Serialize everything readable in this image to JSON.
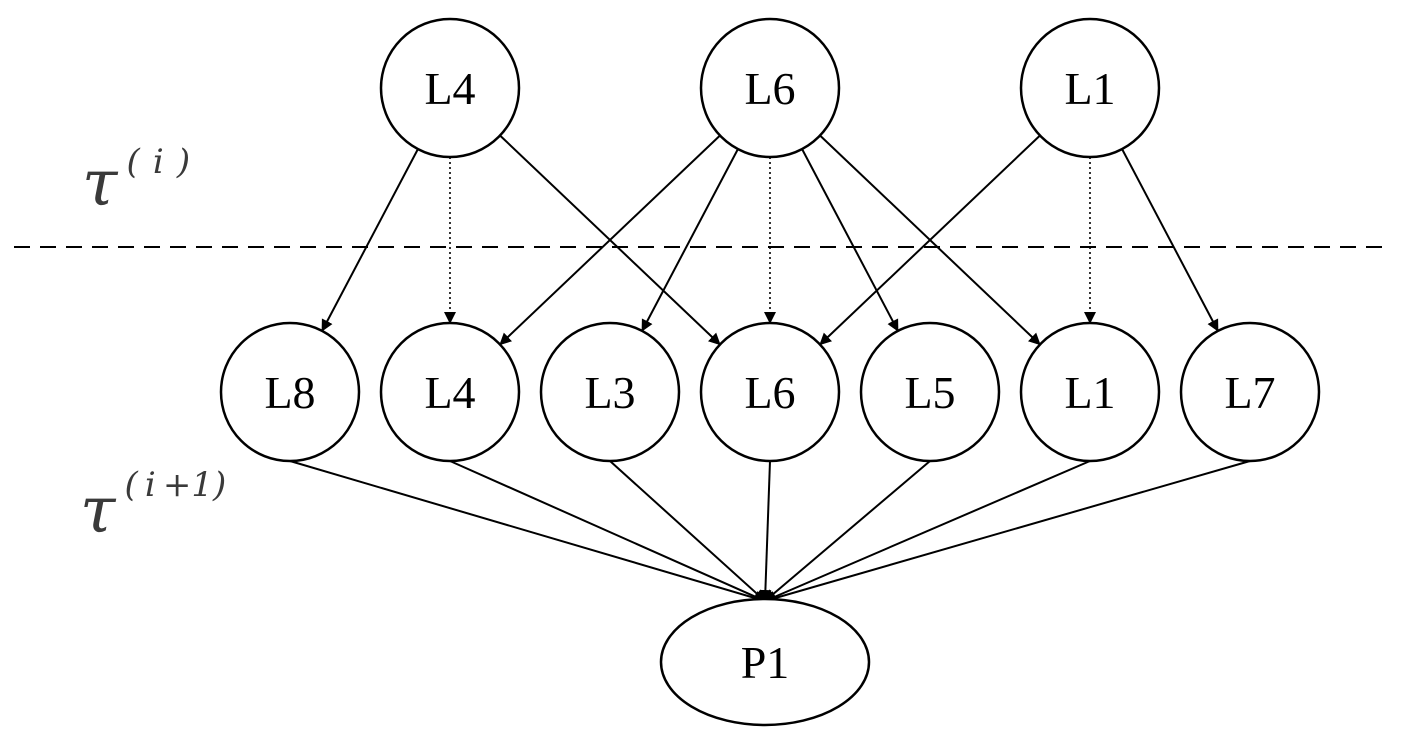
{
  "diagram": {
    "labels": {
      "level_i": {
        "base": "τ",
        "sup_open": "(",
        "sup_var": "i",
        "sup_close": ")"
      },
      "level_next": {
        "base": "τ",
        "sup_open": "(",
        "sup_var": "i",
        "sup_rest": "+1)"
      }
    },
    "top_nodes": [
      {
        "id": "t-L4",
        "label": "L4"
      },
      {
        "id": "t-L6",
        "label": "L6"
      },
      {
        "id": "t-L1",
        "label": "L1"
      }
    ],
    "middle_nodes": [
      {
        "id": "m-L8",
        "label": "L8"
      },
      {
        "id": "m-L4",
        "label": "L4"
      },
      {
        "id": "m-L3",
        "label": "L3"
      },
      {
        "id": "m-L6",
        "label": "L6"
      },
      {
        "id": "m-L5",
        "label": "L5"
      },
      {
        "id": "m-L1",
        "label": "L1"
      },
      {
        "id": "m-L7",
        "label": "L7"
      }
    ],
    "bottom_node": {
      "id": "b-P1",
      "label": "P1"
    },
    "edges": [
      {
        "from": "t-L4",
        "to": "m-L8",
        "style": "solid"
      },
      {
        "from": "t-L4",
        "to": "m-L4",
        "style": "dotted"
      },
      {
        "from": "t-L4",
        "to": "m-L6",
        "style": "solid"
      },
      {
        "from": "t-L6",
        "to": "m-L4",
        "style": "solid"
      },
      {
        "from": "t-L6",
        "to": "m-L3",
        "style": "solid"
      },
      {
        "from": "t-L6",
        "to": "m-L6",
        "style": "dotted"
      },
      {
        "from": "t-L6",
        "to": "m-L5",
        "style": "solid"
      },
      {
        "from": "t-L6",
        "to": "m-L1",
        "style": "solid"
      },
      {
        "from": "t-L1",
        "to": "m-L6",
        "style": "solid"
      },
      {
        "from": "t-L1",
        "to": "m-L1",
        "style": "dotted"
      },
      {
        "from": "t-L1",
        "to": "m-L7",
        "style": "solid"
      },
      {
        "from": "m-L8",
        "to": "b-P1",
        "style": "solid"
      },
      {
        "from": "m-L4",
        "to": "b-P1",
        "style": "solid"
      },
      {
        "from": "m-L3",
        "to": "b-P1",
        "style": "solid"
      },
      {
        "from": "m-L6",
        "to": "b-P1",
        "style": "solid"
      },
      {
        "from": "m-L5",
        "to": "b-P1",
        "style": "solid"
      },
      {
        "from": "m-L1",
        "to": "b-P1",
        "style": "solid"
      },
      {
        "from": "m-L7",
        "to": "b-P1",
        "style": "solid"
      }
    ]
  }
}
